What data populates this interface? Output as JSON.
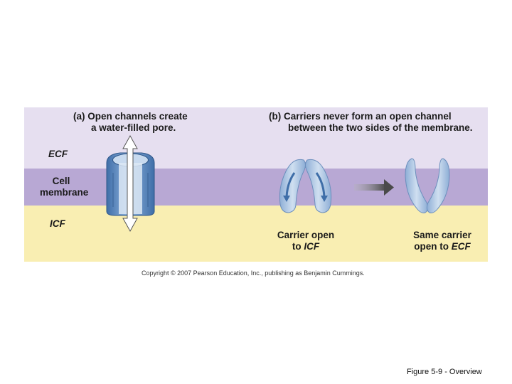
{
  "panel_a": {
    "letter": "(a)",
    "title_bold": "Open channels",
    "title_rest": " create",
    "line2": "a water-filled pore."
  },
  "panel_b": {
    "letter": "(b)",
    "title_bold": "Carriers",
    "title_rest": " never form an open channel",
    "line2": "between the two sides of the membrane."
  },
  "regions": {
    "ecf": "ECF",
    "membrane_line1": "Cell",
    "membrane_line2": "membrane",
    "icf": "ICF"
  },
  "carrier_open_icf": {
    "line1": "Carrier open",
    "line2_prefix": "to ",
    "line2_em": "ICF"
  },
  "carrier_open_ecf": {
    "line1": "Same carrier",
    "line2_prefix": "open to ",
    "line2_em": "ECF"
  },
  "copyright": "Copyright © 2007 Pearson Education, Inc., publishing as Benjamin Cummings.",
  "caption": "Figure 5-9 - Overview",
  "colors": {
    "ecf_band": "#e6dff0",
    "membrane_band": "#b8a8d4",
    "icf_band": "#f9eeb2",
    "channel_blue": "#6f97c6",
    "carrier_blue": "#a9c3e0",
    "arrow_gray": "#666666"
  }
}
